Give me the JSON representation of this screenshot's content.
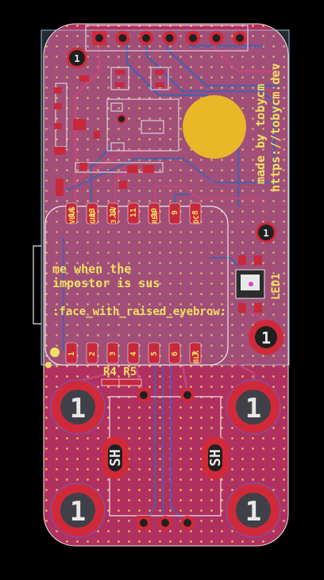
{
  "credit": {
    "line1": "made by tobycm",
    "line2": "https://tobycm.dev"
  },
  "silk_message": {
    "line1": "me when the",
    "line2": "impostor is sus",
    "line3": ":face_with_raised_eyebrow:"
  },
  "pin_labels_top": [
    "14",
    "13",
    "12",
    "11",
    "10",
    "9",
    "8"
  ],
  "pin_names_top": [
    "VBUS",
    "GND",
    "3.3V",
    "",
    "RES",
    "",
    "DC"
  ],
  "pin_labels_bottom": [
    "1",
    "2",
    "3",
    "4",
    "5",
    "6",
    "7"
  ],
  "pin_names_bottom": [
    "",
    "",
    "",
    "",
    "",
    "",
    "BLK"
  ],
  "refs": {
    "resistors": "R4 R5",
    "led": "LED1",
    "switch_left": "SH",
    "switch_right": "SH"
  },
  "pad_numbers": {
    "small_top": "1",
    "small_right": "1",
    "led_pad": "1",
    "big": "1"
  },
  "colors": {
    "board": "#b03060",
    "copper_trace": "#c04878",
    "back_trace": "#4c60a8",
    "silk": "#f0e060",
    "pad_ring": "#d02a3a",
    "gold": "#e8b828",
    "outline": "#e8e8e8"
  }
}
